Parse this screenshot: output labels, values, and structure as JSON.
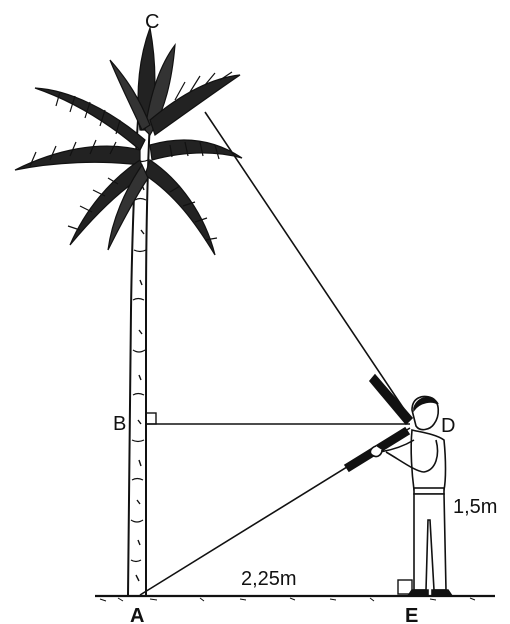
{
  "labels": {
    "C": "C",
    "B": "B",
    "D": "D",
    "A": "A",
    "E": "E",
    "height": "1,5m",
    "distance": "2,25m"
  },
  "colors": {
    "ink": "#111111",
    "background": "#ffffff"
  }
}
